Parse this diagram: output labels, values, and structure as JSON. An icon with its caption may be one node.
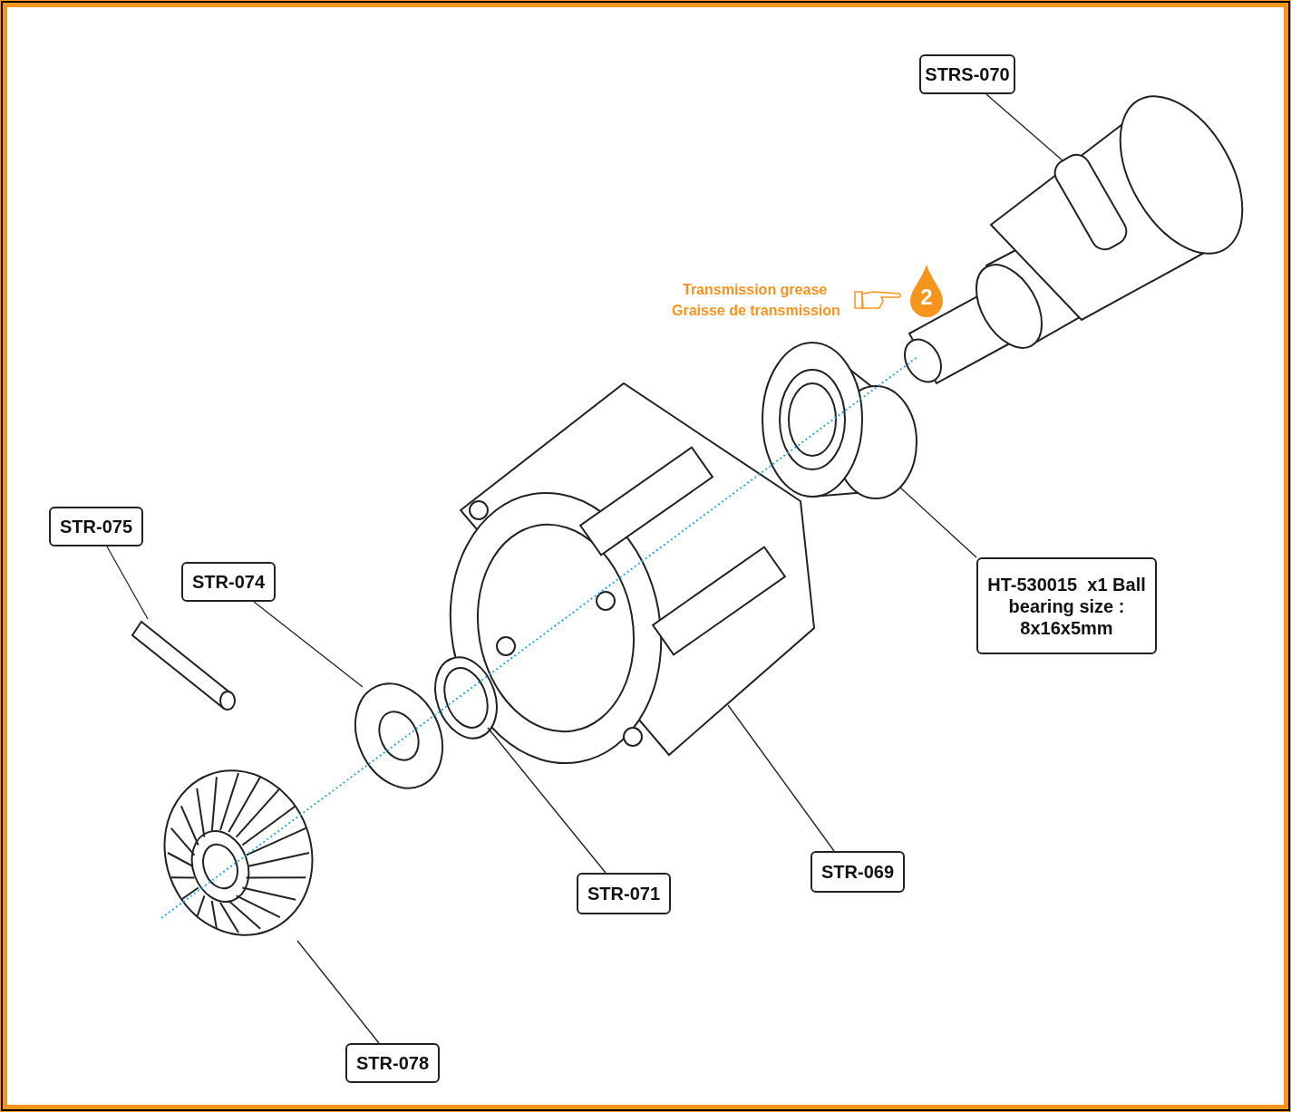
{
  "diagram": {
    "nodes": [
      {
        "text": [
          "STRS-070"
        ]
      },
      {
        "text": [],
        "shape": "picture"
      },
      {
        "text": [
          "2"
        ]
      },
      {
        "text": [
          "HT-530015  x1 Ball bearing size : 8x16x5mm"
        ]
      },
      {
        "text": [],
        "shape": "picture"
      },
      {
        "text": [
          "STR-069"
        ]
      },
      {
        "text": [],
        "shape": "picture"
      },
      {
        "text": [
          "STR-075"
        ]
      },
      {
        "text": [],
        "shape": "picture"
      },
      {
        "text": [
          "STR-074"
        ]
      },
      {
        "text": [],
        "shape": "picture"
      },
      {
        "text": [
          "STR-071"
        ]
      },
      {
        "text": [],
        "shape": "picture"
      },
      {
        "text": [
          "STR-078"
        ]
      },
      {
        "text": [],
        "shape": "picture"
      }
    ],
    "edges": [
      {
        "from": 0,
        "to": 1,
        "arrow": "none"
      },
      {
        "from": 3,
        "to": 4,
        "arrow": "none"
      },
      {
        "from": 5,
        "to": 6,
        "arrow": "none"
      },
      {
        "from": 7,
        "to": 8,
        "arrow": "none"
      },
      {
        "from": 9,
        "to": 10,
        "arrow": "none"
      },
      {
        "from": 11,
        "to": 12,
        "arrow": "none"
      },
      {
        "from": 13,
        "to": 14,
        "arrow": "none"
      }
    ],
    "labels": [
      "Transmission grease",
      "Graisse de transmission"
    ]
  }
}
